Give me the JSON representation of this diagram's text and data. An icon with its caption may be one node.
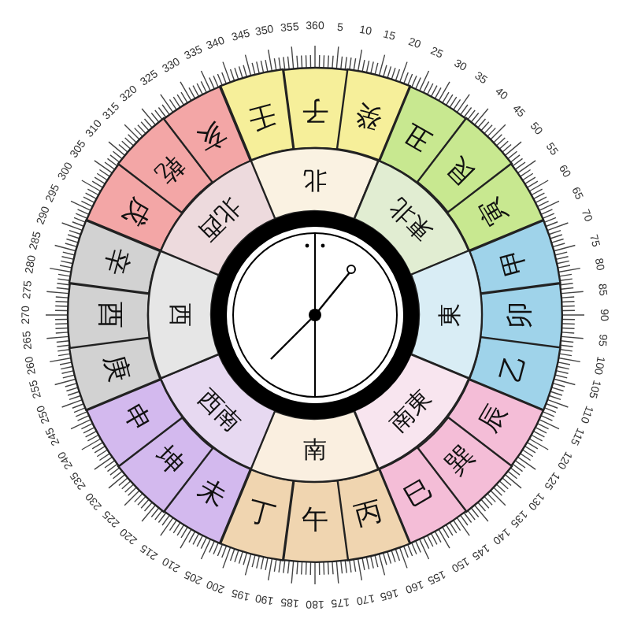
{
  "diagram": {
    "nodes": [
      {
        "text": [
          "子"
        ]
      },
      {
        "text": [
          "癸"
        ]
      },
      {
        "text": [
          "丑"
        ]
      },
      {
        "text": [
          "艮"
        ]
      },
      {
        "text": [
          "寅"
        ]
      },
      {
        "text": [
          "甲"
        ]
      },
      {
        "text": [
          "卯"
        ]
      },
      {
        "text": [
          "乙"
        ]
      },
      {
        "text": [
          "辰"
        ]
      },
      {
        "text": [
          "巽"
        ]
      },
      {
        "text": [
          "巳"
        ]
      },
      {
        "text": [
          "丙"
        ]
      },
      {
        "text": [
          "午"
        ]
      },
      {
        "text": [
          "丁"
        ]
      },
      {
        "text": [
          "未"
        ]
      },
      {
        "text": [
          "坤"
        ]
      },
      {
        "text": [
          "申"
        ]
      },
      {
        "text": [
          "庚"
        ]
      },
      {
        "text": [
          "酉"
        ]
      },
      {
        "text": [
          "辛"
        ]
      },
      {
        "text": [
          "戌"
        ]
      },
      {
        "text": [
          "乾"
        ]
      },
      {
        "text": [
          "亥"
        ]
      },
      {
        "text": [
          "壬"
        ]
      },
      {
        "text": [
          "北"
        ]
      },
      {
        "text": [
          "東北"
        ]
      },
      {
        "text": [
          "東"
        ]
      },
      {
        "text": [
          "南東"
        ]
      },
      {
        "text": [
          "南"
        ]
      },
      {
        "text": [
          "西南"
        ]
      },
      {
        "text": [
          "西"
        ]
      },
      {
        "text": [
          "北西"
        ]
      }
    ],
    "labels": [
      "5",
      "10",
      "15",
      "20",
      "25",
      "30",
      "35",
      "40",
      "45",
      "50",
      "55",
      "60",
      "65",
      "70",
      "75",
      "80",
      "85",
      "90",
      "95",
      "100",
      "105",
      "110",
      "115",
      "120",
      "125",
      "130",
      "135",
      "140",
      "145",
      "150",
      "155",
      "160",
      "165",
      "170",
      "175",
      "180",
      "185",
      "190",
      "195",
      "200",
      "205",
      "210",
      "215",
      "220",
      "225",
      "230",
      "235",
      "240",
      "245",
      "250",
      "255",
      "260",
      "265",
      "270",
      "275",
      "280",
      "285",
      "290",
      "295",
      "300",
      "305",
      "310",
      "315",
      "320",
      "325",
      "330",
      "335",
      "340",
      "345",
      "350",
      "355",
      "360"
    ]
  }
}
